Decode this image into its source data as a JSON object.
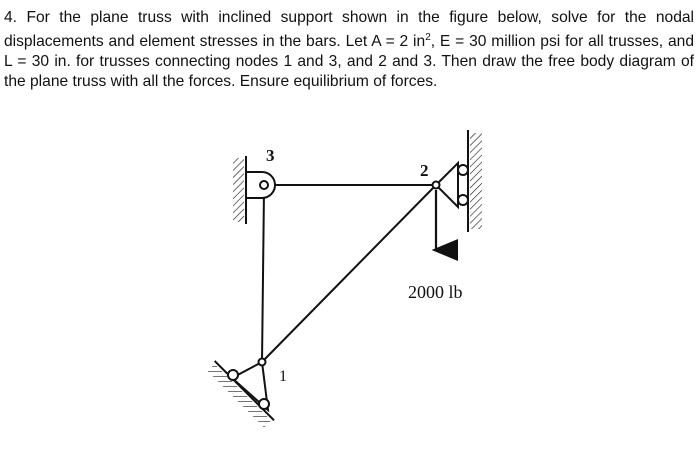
{
  "problem": {
    "number": "4.",
    "text_parts": {
      "p1": "For the plane truss with inclined support shown in the figure below, solve for the nodal displacements and element stresses in the bars. Let A = 2 in",
      "sup": "2",
      "p2": ", E = 30 million psi for all trusses, and L = 30 in. for trusses connecting nodes 1 and 3, and 2 and 3. Then draw the free body diagram of the plane truss with all the forces. Ensure equilibrium of forces."
    }
  },
  "figure": {
    "node_labels": {
      "node1": "1",
      "node2": "2",
      "node3": "3"
    },
    "load_label": "2000 lb",
    "colors": {
      "ink": "#111111",
      "background": "#ffffff"
    }
  }
}
